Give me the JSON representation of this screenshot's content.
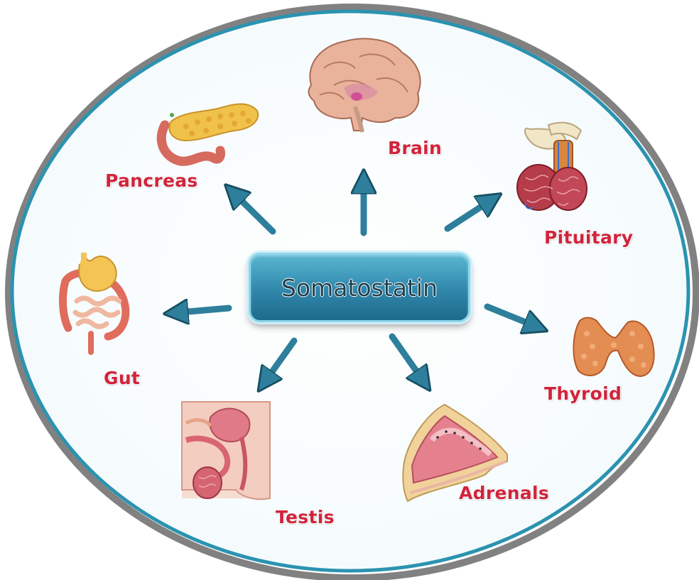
{
  "hub": {
    "label": "Somatostatin"
  },
  "targets": [
    {
      "id": "brain",
      "label": "Brain"
    },
    {
      "id": "pancreas",
      "label": "Pancreas"
    },
    {
      "id": "pituitary",
      "label": "Pituitary"
    },
    {
      "id": "gut",
      "label": "Gut"
    },
    {
      "id": "thyroid",
      "label": "Thyroid"
    },
    {
      "id": "testis",
      "label": "Testis"
    },
    {
      "id": "adrenals",
      "label": "Adrenals"
    }
  ],
  "colors": {
    "label": "#d0243c",
    "arrow": "#2e7f9c",
    "hub": "#3a93b6",
    "outline": "#2b93b0"
  }
}
